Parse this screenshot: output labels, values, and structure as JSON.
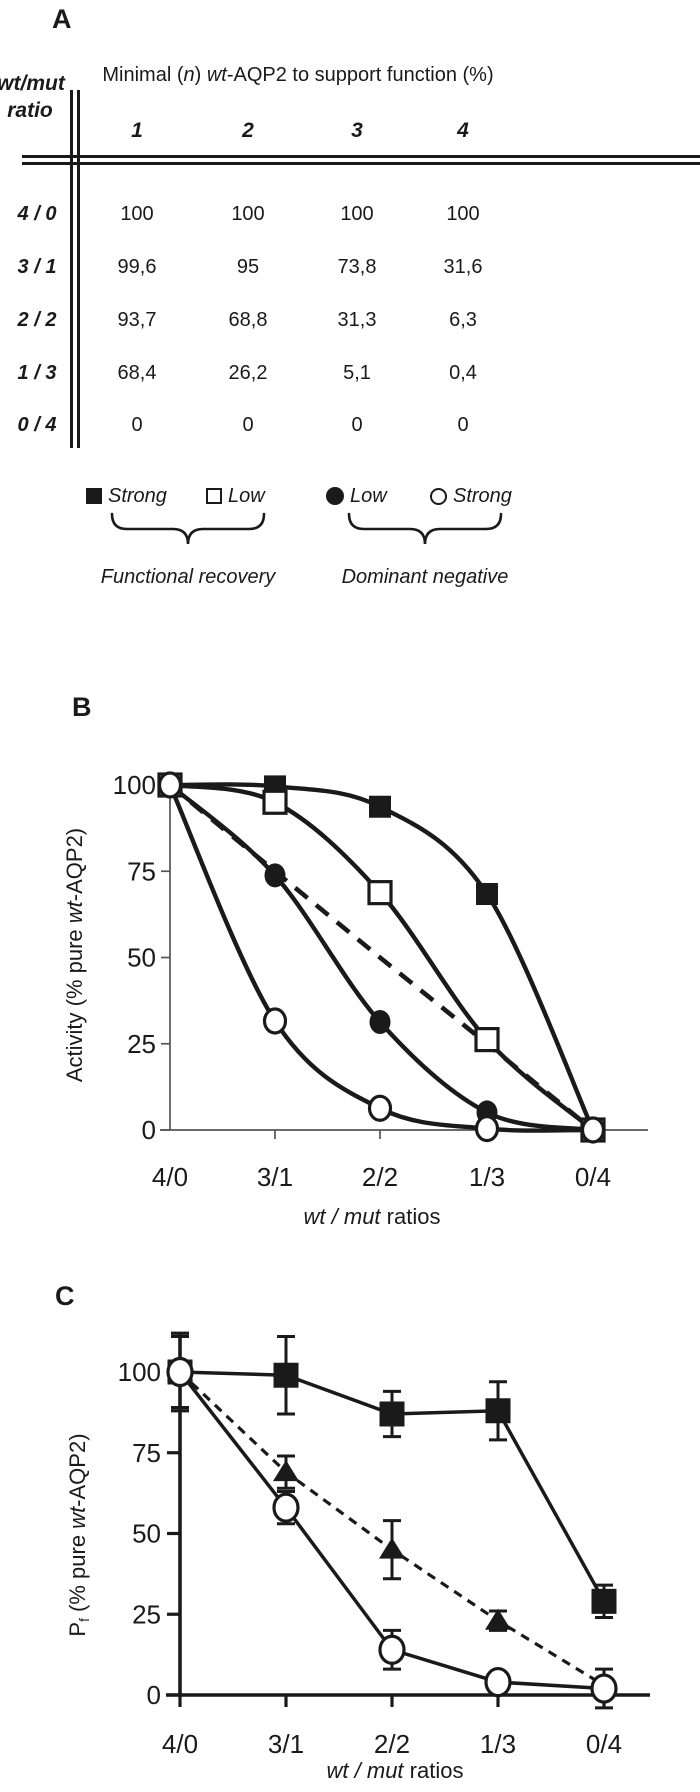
{
  "colors": {
    "ink": "#1a1a1a",
    "axis_gray": "#555555",
    "background": "#ffffff"
  },
  "panelA": {
    "label": "A",
    "table": {
      "corner_header_line1": "wt/mut",
      "corner_header_line2": "ratio",
      "group_header_parts": [
        {
          "t": "Minimal ("
        },
        {
          "t": "n",
          "i": true
        },
        {
          "t": ") "
        },
        {
          "t": "wt",
          "i": true
        },
        {
          "t": "-AQP2 to support function (%)"
        }
      ],
      "col_headers": [
        "1",
        "2",
        "3",
        "4"
      ],
      "rows": [
        {
          "label": "4 / 0",
          "values": [
            "100",
            "100",
            "100",
            "100"
          ]
        },
        {
          "label": "3 / 1",
          "values": [
            "99,6",
            "95",
            "73,8",
            "31,6"
          ]
        },
        {
          "label": "2 / 2",
          "values": [
            "93,7",
            "68,8",
            "31,3",
            "6,3"
          ]
        },
        {
          "label": "1 / 3",
          "values": [
            "68,4",
            "26,2",
            "5,1",
            "0,4"
          ]
        },
        {
          "label": "0 / 4",
          "values": [
            "0",
            "0",
            "0",
            "0"
          ]
        }
      ]
    },
    "legend": {
      "items": [
        {
          "marker": "filled-square",
          "label": "Strong"
        },
        {
          "marker": "open-square",
          "label": "Low"
        },
        {
          "marker": "filled-circle",
          "label": "Low"
        },
        {
          "marker": "open-circle",
          "label": "Strong"
        }
      ],
      "groups": [
        {
          "label": "Functional recovery"
        },
        {
          "label": "Dominant negative"
        }
      ]
    }
  },
  "panelB": {
    "label": "B",
    "chart_data": {
      "type": "line",
      "categories": [
        "4/0",
        "3/1",
        "2/2",
        "1/3",
        "0/4"
      ],
      "series": [
        {
          "id": "strong-functional-recovery",
          "marker": "filled-square",
          "line": "solid",
          "smooth": true,
          "values": [
            100,
            99.6,
            93.7,
            68.4,
            0
          ]
        },
        {
          "id": "low-functional-recovery",
          "marker": "open-square",
          "line": "solid",
          "smooth": true,
          "values": [
            100,
            95,
            68.8,
            26.2,
            0
          ]
        },
        {
          "id": "low-dominant-negative",
          "marker": "filled-circle",
          "line": "solid",
          "smooth": true,
          "values": [
            100,
            73.8,
            31.3,
            5.1,
            0
          ]
        },
        {
          "id": "strong-dominant-negative",
          "marker": "open-circle",
          "line": "solid",
          "smooth": true,
          "values": [
            100,
            31.6,
            6.3,
            0.4,
            0
          ]
        },
        {
          "id": "linear-reference",
          "marker": "none",
          "line": "dashed",
          "smooth": false,
          "values": [
            100,
            75,
            50,
            25,
            0
          ]
        }
      ],
      "yticks": [
        0,
        25,
        50,
        75,
        100
      ],
      "ylim": [
        0,
        105
      ],
      "grid": false,
      "legend_position": "none",
      "ylabel_parts": [
        {
          "t": "Activity  (% pure "
        },
        {
          "t": "wt",
          "i": true
        },
        {
          "t": "-AQP2)"
        }
      ],
      "xlabel_parts": [
        {
          "t": "wt / mut",
          "i": true
        },
        {
          "t": " ratios"
        }
      ]
    }
  },
  "panelC": {
    "label": "C",
    "chart_data": {
      "type": "line",
      "categories": [
        "4/0",
        "3/1",
        "2/2",
        "1/3",
        "0/4"
      ],
      "series": [
        {
          "id": "filled-square-series",
          "marker": "filled-square",
          "line": "solid",
          "values": [
            100,
            99,
            87,
            88,
            29
          ],
          "errors": [
            12,
            12,
            7,
            9,
            5
          ],
          "marker_shown": [
            1,
            1,
            1,
            1,
            1
          ]
        },
        {
          "id": "dashed-triangle-series",
          "marker": "filled-triangle",
          "line": "dashed",
          "values": [
            100,
            69,
            45,
            23,
            3
          ],
          "errors": [
            11,
            5,
            9,
            3,
            0
          ],
          "marker_shown": [
            1,
            1,
            1,
            1,
            0
          ]
        },
        {
          "id": "open-circle-series",
          "marker": "open-circle",
          "line": "solid",
          "values": [
            100,
            58,
            14,
            4,
            2
          ],
          "errors": [
            12,
            5,
            6,
            0,
            6
          ],
          "marker_shown": [
            1,
            1,
            1,
            1,
            1
          ]
        }
      ],
      "yticks": [
        0,
        25,
        50,
        75,
        100
      ],
      "ylim": [
        0,
        112
      ],
      "grid": false,
      "legend_position": "none",
      "ylabel_parts": [
        {
          "t": "P"
        },
        {
          "t": "f",
          "sub": true
        },
        {
          "t": "  (% pure "
        },
        {
          "t": "wt",
          "i": true
        },
        {
          "t": "-AQP2)"
        }
      ],
      "xlabel_parts": [
        {
          "t": "wt / mut",
          "i": true
        },
        {
          "t": " ratios"
        }
      ]
    }
  }
}
